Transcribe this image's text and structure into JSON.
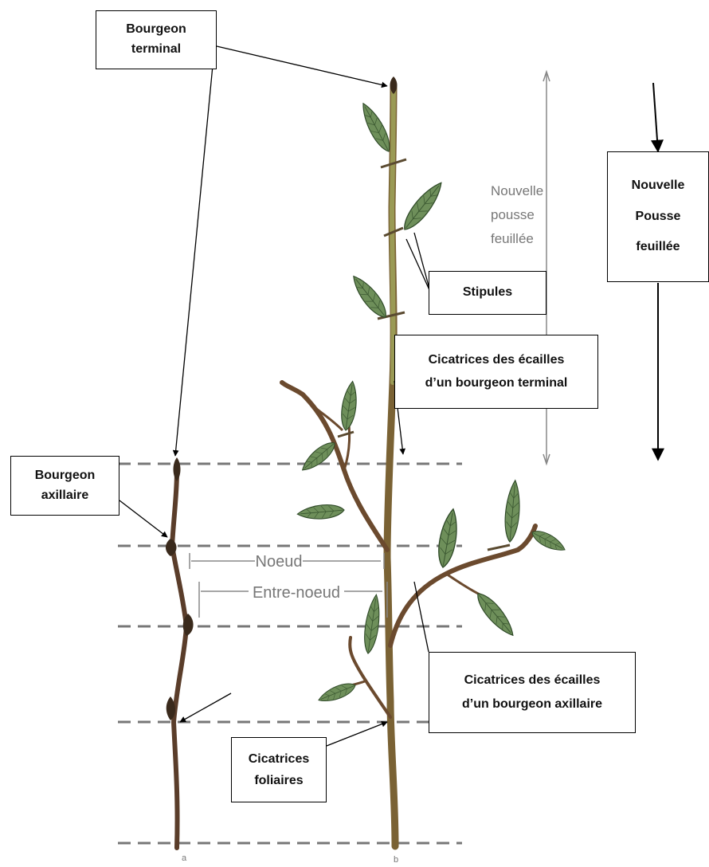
{
  "labels": {
    "bourgeon_terminal": [
      "Bourgeon",
      "terminal"
    ],
    "bourgeon_axillaire": [
      "Bourgeon",
      "axillaire"
    ],
    "stipules": "Stipules",
    "cicatrices_terminal": [
      "Cicatrices des écailles",
      "d’un bourgeon terminal"
    ],
    "cicatrices_axillaire": [
      "Cicatrices des écailles",
      "d’un bourgeon axillaire"
    ],
    "cicatrices_foliaires": [
      "Cicatrices",
      "foliaires"
    ],
    "nouvelle_pousse_box": [
      "Nouvelle",
      "Pousse",
      "feuillée"
    ]
  },
  "drawing_text": {
    "nouvelle_pousse": [
      "Nouvelle",
      "pousse",
      "feuillée"
    ],
    "noeud": "Noeud",
    "entre_noeud": "Entre-noeud",
    "fig_a": "a",
    "fig_b": "b"
  },
  "colors": {
    "leaf": "#6e8f5a",
    "leaf_vein": "#3d5a33",
    "stem_young": "#8b8a4a",
    "stem_old": "#6b4a2e",
    "twig": "#5a3d2a",
    "dashed_line": "#777777"
  }
}
